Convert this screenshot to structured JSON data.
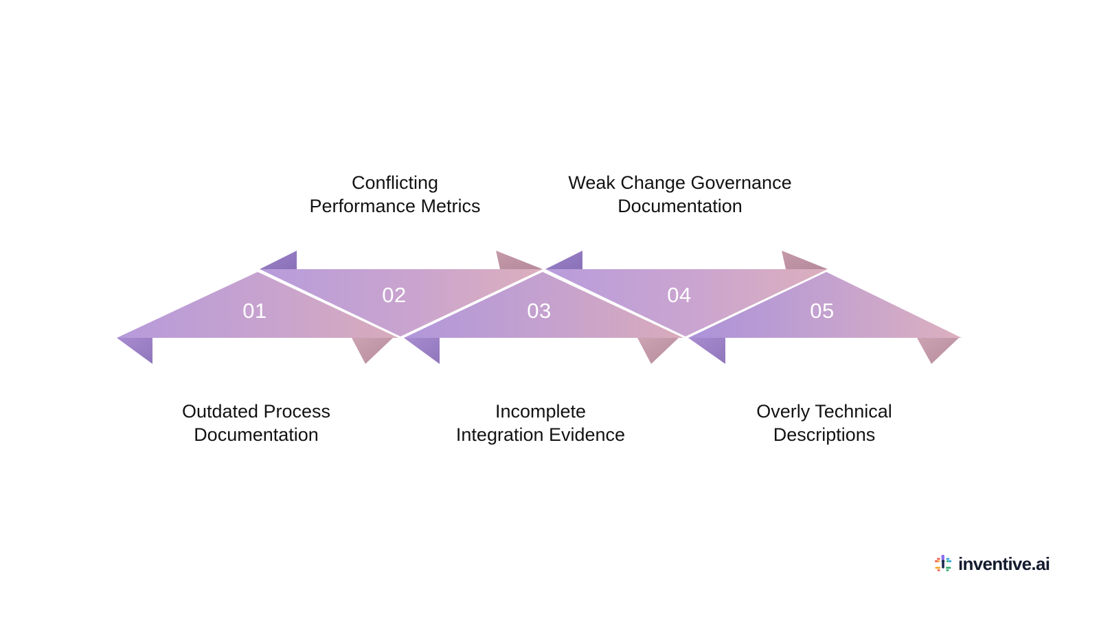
{
  "diagram": {
    "type": "zigzag-chevron-process",
    "background_color": "#ffffff",
    "steps": [
      {
        "number": "01",
        "label": "Outdated Process\nDocumentation",
        "label_position": "below",
        "direction": "left",
        "gradient_from": "#b69ada",
        "gradient_to": "#d4a9bc"
      },
      {
        "number": "02",
        "label": "Conflicting\nPerformance Metrics",
        "label_position": "above",
        "direction": "left",
        "gradient_from": "#b79cdb",
        "gradient_to": "#d8acbd"
      },
      {
        "number": "03",
        "label": "Incomplete\nIntegration Evidence",
        "label_position": "below",
        "direction": "right",
        "gradient_from": "#b197da",
        "gradient_to": "#d6a9bb"
      },
      {
        "number": "04",
        "label": "Weak Change Governance\nDocumentation",
        "label_position": "above",
        "direction": "right",
        "gradient_from": "#b89cdb",
        "gradient_to": "#d8abbc"
      },
      {
        "number": "05",
        "label": "Overly Technical\nDescriptions",
        "label_position": "below",
        "direction": "right",
        "gradient_from": "#ab92d9",
        "gradient_to": "#d9aebe"
      }
    ],
    "tail_color": "#9b81c4",
    "tail_color_alt": "#bf9aa8",
    "number_color": "#ffffff",
    "label_color": "#121212"
  },
  "branding": {
    "name": "inventive",
    "suffix": ".ai",
    "wordmark_color": "#141b2e",
    "mark_colors": [
      "#f05a4a",
      "#f5a623",
      "#8b6ff0",
      "#29a3dc",
      "#2fab6e",
      "#1d2b4f"
    ]
  }
}
